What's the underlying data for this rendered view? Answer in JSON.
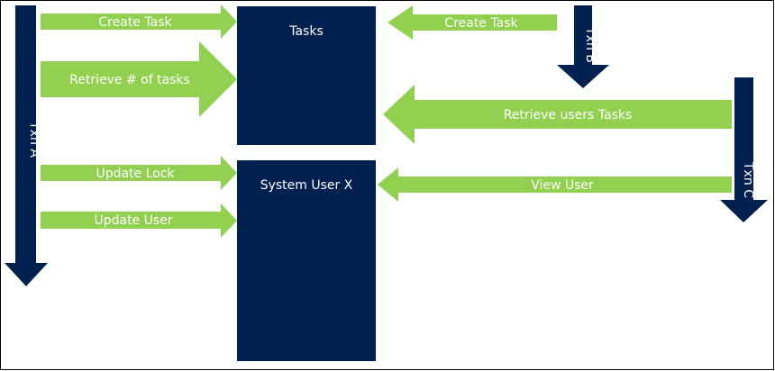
{
  "colors": {
    "green": "#92d050",
    "navy": "#002050",
    "border": "#000000",
    "background": "#ffffff",
    "text": "#ffffff"
  },
  "boxes": {
    "tasks": "Tasks",
    "system_user": "System User X"
  },
  "transactions": {
    "a": "Txn A",
    "b": "Txn B",
    "c": "Txn C"
  },
  "arrows": {
    "a_create_task": "Create Task",
    "a_retrieve_count": "Retrieve # of tasks",
    "a_update_lock": "Update Lock",
    "a_update_user": "Update User",
    "b_create_task": "Create Task",
    "c_retrieve_tasks": "Retrieve users Tasks",
    "c_view_user": "View User"
  }
}
